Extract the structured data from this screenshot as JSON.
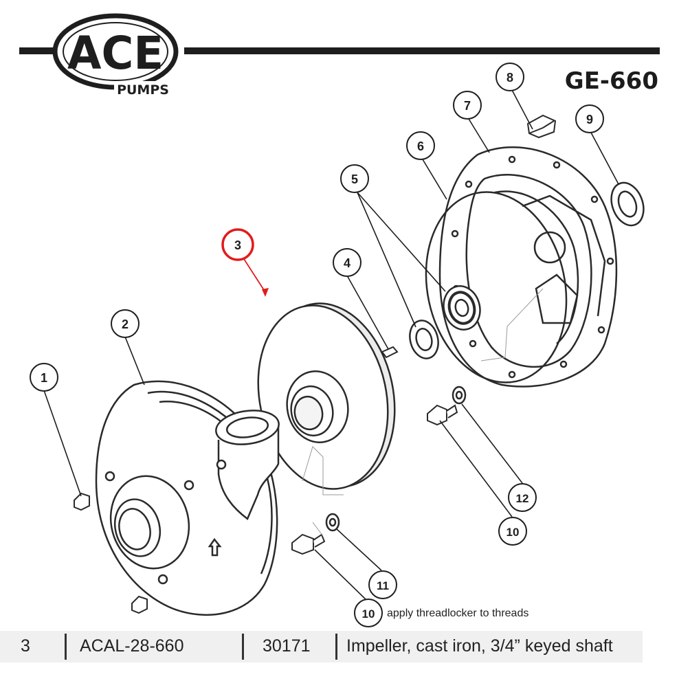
{
  "brand": {
    "logo_text": "ACE",
    "logo_subtext": "PUMPS"
  },
  "model": "GE-660",
  "callouts": [
    "1",
    "2",
    "3",
    "4",
    "5",
    "6",
    "7",
    "8",
    "9",
    "10",
    "10",
    "11",
    "12"
  ],
  "highlighted_callout": "3",
  "note": "apply threadlocker to threads",
  "parts_row": {
    "item": "3",
    "part_number": "ACAL-28-660",
    "code": "30171",
    "description": "Impeller, cast iron, 3/4” keyed shaft"
  },
  "colors": {
    "highlight": "#e21b1b",
    "line": "#1e1e1e",
    "row_bg": "#f0f0f0"
  }
}
